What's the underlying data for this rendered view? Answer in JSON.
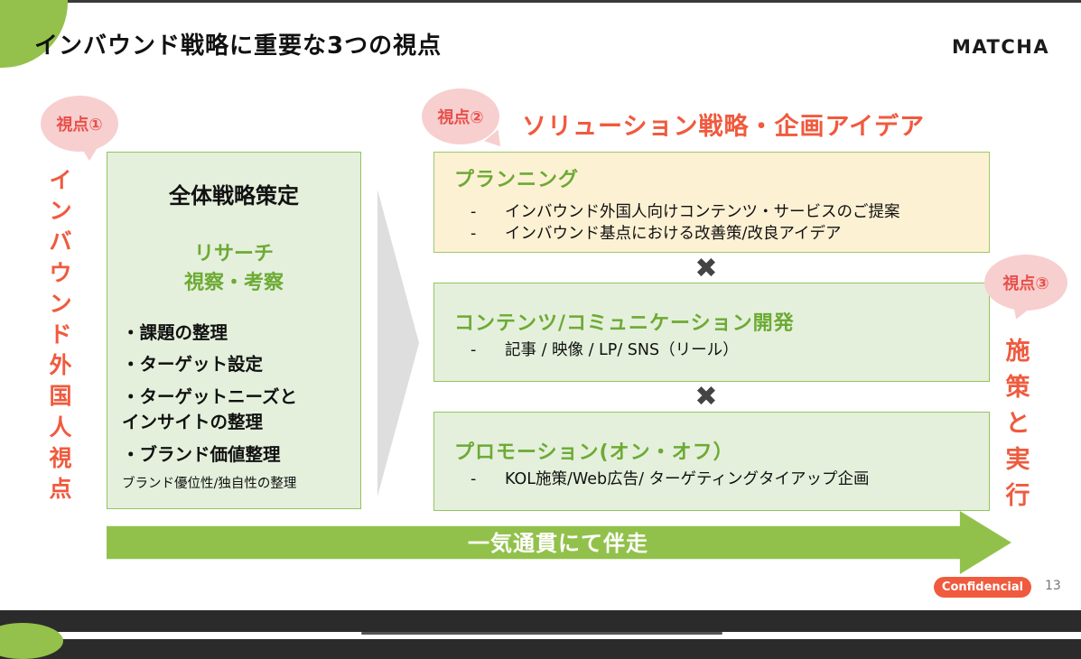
{
  "header": {
    "title": "インバウンド戦略に重要な3つの視点",
    "logo": "MATCHA"
  },
  "viewpoint1": {
    "bubble": "視点①",
    "vertical_text": "インバウンド外国人視点"
  },
  "viewpoint2": {
    "bubble": "視点②",
    "title": "ソリューション戦略・企画アイデア"
  },
  "viewpoint3": {
    "bubble": "視点③",
    "vertical_text": "施策と実行"
  },
  "left_box": {
    "heading": "全体戦略策定",
    "research_line1": "リサーチ",
    "research_line2": "視察・考察",
    "items": [
      "・課題の整理",
      "・ターゲット設定",
      "・ターゲットニーズと",
      "インサイトの整理",
      "・ブランド価値整理"
    ],
    "note": "ブランド優位性/独自性の整理"
  },
  "right_boxes": [
    {
      "title": "プランニング",
      "dash": "-",
      "lines": [
        "インバウンド外国人向けコンテンツ・サービスのご提案",
        "インバウンド基点における改善策/改良アイデア"
      ]
    },
    {
      "title": "コンテンツ/コミュニケーション開発",
      "dash": "-",
      "lines": [
        "記事 / 映像 / LP/ SNS（リール）"
      ]
    },
    {
      "title": "プロモーション(オン・オフ）",
      "dash": "-",
      "lines": [
        "KOL施策/Web広告/ ターゲティングタイアップ企画"
      ]
    }
  ],
  "multiply_symbol": "✖",
  "bottom_arrow": {
    "text": "一気通貫にて伴走"
  },
  "footer": {
    "badge": "Confidencial",
    "page_number": "13"
  },
  "colors": {
    "green": "#92c14b",
    "green_text": "#6daa34",
    "orange_red": "#f05a3e",
    "pink_bubble": "#f7cfcf",
    "planning_bg": "#fdf1d4",
    "planning_border": "#f0c060",
    "green_box_bg": "#e4f0dc"
  },
  "icons": {
    "multiply": "multiply-icon",
    "arrow": "right-arrow-shape"
  }
}
